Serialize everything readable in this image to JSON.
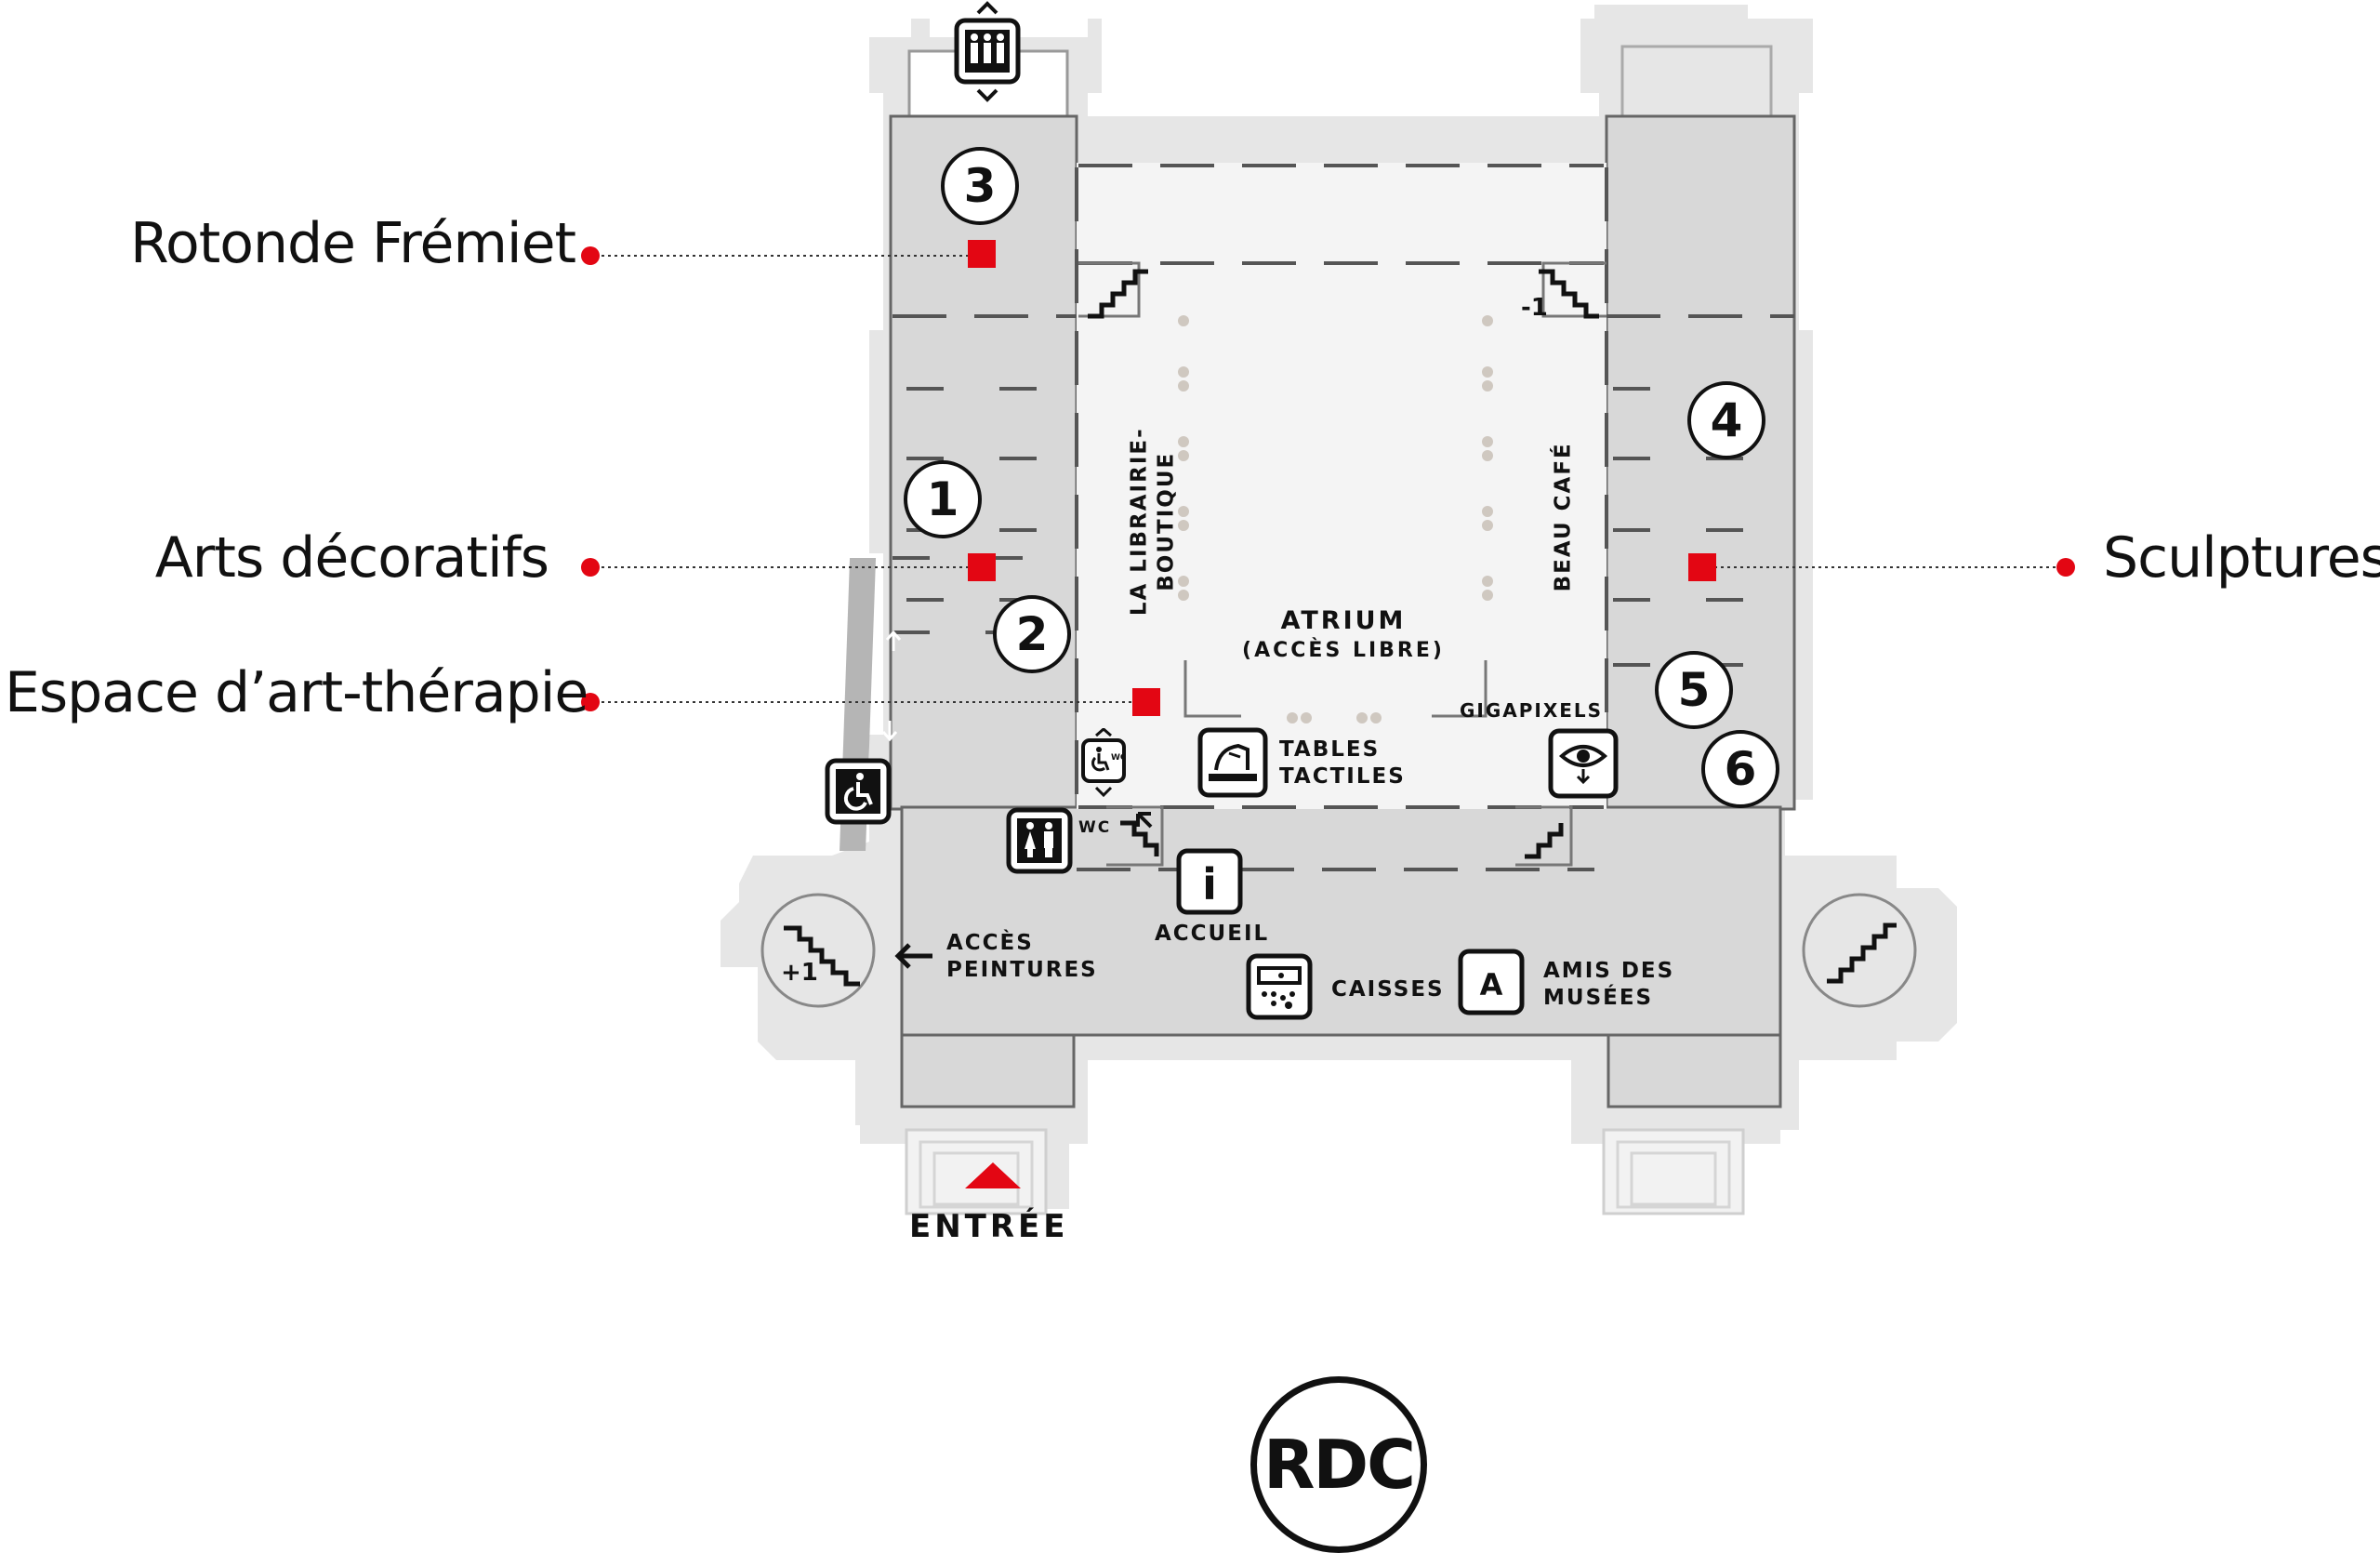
{
  "callouts": {
    "rotonde": "Rotonde Frémiet",
    "arts": "Arts décoratifs",
    "espace": "Espace d’art-thérapie",
    "sculptures": "Sculptures"
  },
  "numbers": [
    "1",
    "2",
    "3",
    "4",
    "5",
    "6"
  ],
  "labels": {
    "librairie_line1": "LA LIBRAIRIE-",
    "librairie_line2": "BOUTIQUE",
    "beau_cafe": "BEAU CAFÉ",
    "atrium": "ATRIUM",
    "atrium_sub": "(ACCÈS LIBRE)",
    "gigapixels": "GIGAPIXELS",
    "tables_line1": "TABLES",
    "tables_line2": "TACTILES",
    "wc": "WC",
    "accueil": "ACCUEIL",
    "acces_line1": "ACCÈS",
    "acces_line2": "PEINTURES",
    "caisses": "CAISSES",
    "amis_line1": "AMIS DES",
    "amis_line2": "MUSÉES",
    "entree": "ENTRÉE",
    "stairs_up": "+1",
    "stairs_down": "-1",
    "amis_icon_letter": "A",
    "info_icon_letter": "i",
    "wc_small": "WC"
  },
  "floor": "RDC",
  "colors": {
    "outer": "#e6e6e6",
    "inner": "#d8d8d8",
    "atrium": "#f4f4f4",
    "wall": "#555555",
    "accent": "#e30613",
    "ink": "#111111",
    "dots": "#cfc8c0"
  },
  "icons": [
    "elevator-icon",
    "accessibility-icon",
    "restroom-icon",
    "wc-accessible-elevator-icon",
    "stairs-icon",
    "touch-table-icon",
    "info-icon",
    "cash-register-icon",
    "friends-icon",
    "gigapixel-eye-icon",
    "arrow-left-icon",
    "entrance-triangle-icon"
  ]
}
